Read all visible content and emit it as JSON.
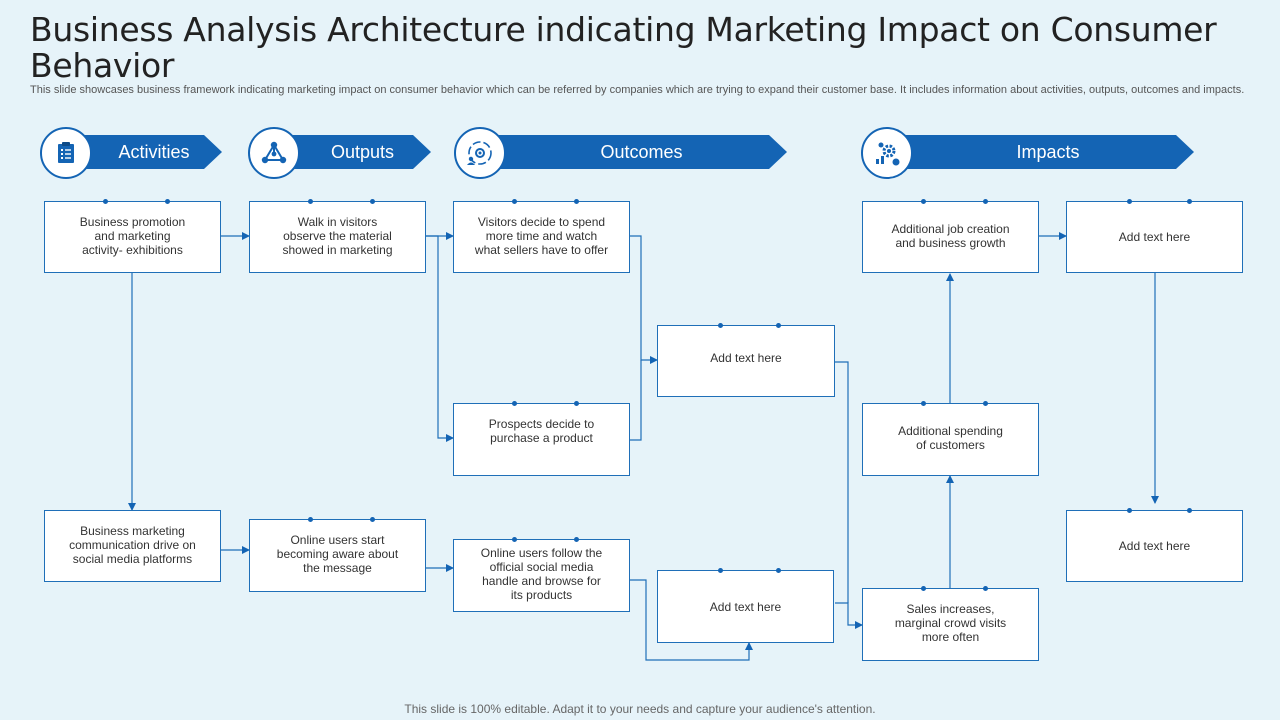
{
  "title": "Business Analysis Architecture indicating Marketing Impact on Consumer Behavior",
  "subtitle": "This slide showcases business framework indicating marketing impact on consumer behavior which can be referred by companies which are trying to expand their customer base. It includes information about activities, outputs, outcomes and impacts.",
  "footer": "This slide is 100% editable. Adapt it to your needs and capture your audience's attention.",
  "headers": [
    {
      "label": "Activities",
      "icon": "clipboard-icon"
    },
    {
      "label": "Outputs",
      "icon": "network-icon"
    },
    {
      "label": "Outcomes",
      "icon": "people-cycle-icon"
    },
    {
      "label": "Impacts",
      "icon": "gear-chart-icon"
    }
  ],
  "boxes": {
    "a1": "Business promotion\nand marketing\nactivity-  exhibitions",
    "a2": "Business marketing\ncommunication drive on\nsocial media platforms",
    "o1": "Walk in visitors\nobserve the material\nshowed in marketing",
    "o2": "Online users start\nbecoming aware about\nthe message",
    "c1": "Visitors decide to spend\nmore time and watch\nwhat sellers have to offer",
    "c2": "Prospects decide to\npurchase a product",
    "c3": "Online users follow the\nofficial social media\nhandle and browse for\nits products",
    "m1": "Add text here",
    "m2": "Add text here",
    "i1": "Additional job creation\nand business growth",
    "i2": "Additional spending\nof customers",
    "i3": "Sales increases,\nmarginal crowd visits\nmore often",
    "r1": "Add text here",
    "r2": "Add text here"
  }
}
